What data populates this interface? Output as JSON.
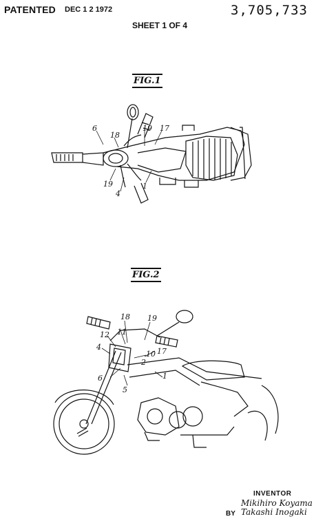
{
  "header": {
    "patented_label": "PATENTED",
    "date": "DEC 1 2 1972",
    "patent_number": "3,705,733",
    "sheet": "SHEET 1 OF 4"
  },
  "figures": [
    {
      "label": "FIG.1",
      "reference_numerals": [
        "6",
        "18",
        "19",
        "17",
        "19",
        "1",
        "4"
      ]
    },
    {
      "label": "FIG.2",
      "reference_numerals": [
        "18",
        "19",
        "12",
        "11",
        "4",
        "10",
        "17",
        "2",
        "6",
        "5",
        "1"
      ]
    }
  ],
  "inventor": {
    "heading": "INVENTOR",
    "name": "Mikihiro Koyama",
    "by_label": "BY",
    "attorney": "Takashi Inogaki"
  }
}
